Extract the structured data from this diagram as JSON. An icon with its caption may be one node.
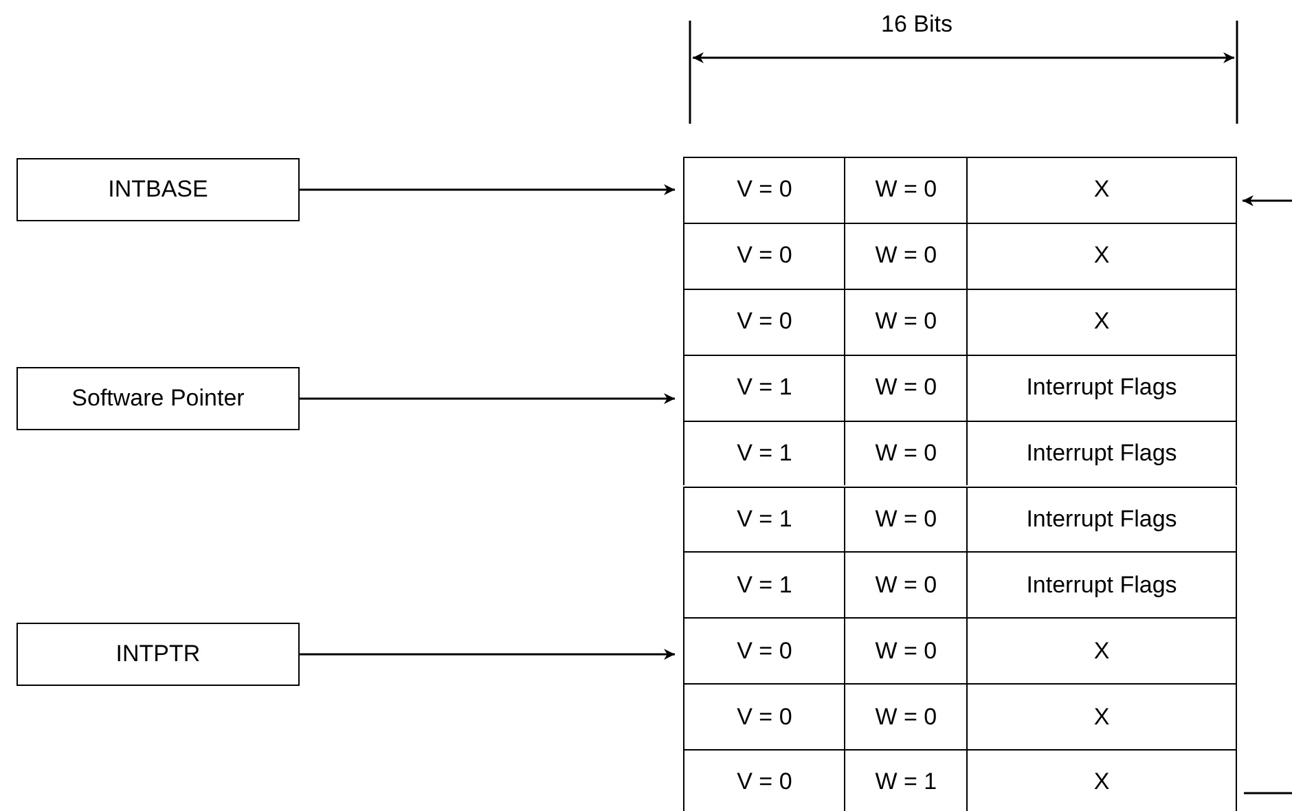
{
  "diagram": {
    "nodes": [
      {
        "text": [
          "INTBASE"
        ]
      },
      {
        "text": [
          "Software Pointer"
        ]
      },
      {
        "text": [
          "INTPTR"
        ]
      },
      {
        "text": [
          "V = 0",
          "W = 0",
          "X"
        ]
      },
      {
        "text": [
          "V = 0",
          "W = 0",
          "X"
        ]
      },
      {
        "text": [
          "V = 0",
          "W = 0",
          "X"
        ]
      },
      {
        "text": [
          "V = 1",
          "W = 0",
          "Interrupt Flags"
        ]
      },
      {
        "text": [
          "V = 1",
          "W = 0",
          "Interrupt Flags"
        ]
      },
      {
        "text": [
          "V = 1",
          "W = 0",
          "Interrupt Flags"
        ]
      },
      {
        "text": [
          "V = 1",
          "W = 0",
          "Interrupt Flags"
        ]
      },
      {
        "text": [
          "V = 0",
          "W = 0",
          "X"
        ]
      },
      {
        "text": [
          "V = 0",
          "W = 0",
          "X"
        ]
      },
      {
        "text": [
          "V = 0",
          "W = 1",
          "X"
        ]
      }
    ],
    "edges": [
      {
        "from": 0,
        "to": 3,
        "arrow": "to"
      },
      {
        "from": 1,
        "to": 6,
        "arrow": "to"
      },
      {
        "from": 2,
        "to": 10,
        "arrow": "to"
      },
      {
        "from": null,
        "to": 3,
        "arrow": "to"
      }
    ],
    "labels": [
      "16 Bits"
    ]
  }
}
